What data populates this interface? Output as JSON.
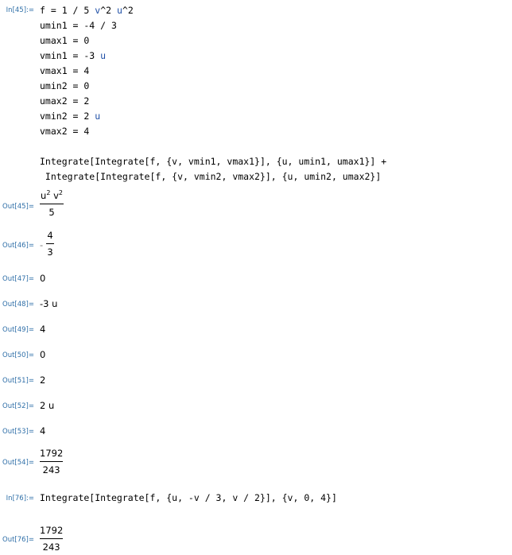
{
  "input45": {
    "label": "In[45]:=",
    "lines": [
      {
        "a": "f = 1 / 5 ",
        "b": "v",
        "c": "^2 ",
        "d": "u",
        "e": "^2"
      },
      {
        "a": "umin1 = -4 / 3"
      },
      {
        "a": "umax1 = 0"
      },
      {
        "a": "vmin1 = -3 ",
        "b": "u"
      },
      {
        "a": "vmax1 = 4"
      },
      {
        "a": "umin2 = 0"
      },
      {
        "a": "umax2 = 2"
      },
      {
        "a": "vmin2 = 2 ",
        "b": "u"
      },
      {
        "a": "vmax2 = 4"
      }
    ],
    "integrate_line1": "Integrate[Integrate[f, {v, vmin1, vmax1}], {u, umin1, umax1}] +",
    "integrate_line2": " Integrate[Integrate[f, {v, vmin2, vmax2}], {u, umin2, umax2}]"
  },
  "outputs": {
    "o45": {
      "label": "Out[45]=",
      "num_u": "u",
      "num_u_exp": "2",
      "num_v": "v",
      "num_v_exp": "2",
      "den": "5"
    },
    "o46": {
      "label": "Out[46]=",
      "sign": "-",
      "num": "4",
      "den": "3"
    },
    "o47": {
      "label": "Out[47]=",
      "value": "0"
    },
    "o48": {
      "label": "Out[48]=",
      "value": "-3 u"
    },
    "o49": {
      "label": "Out[49]=",
      "value": "4"
    },
    "o50": {
      "label": "Out[50]=",
      "value": "0"
    },
    "o51": {
      "label": "Out[51]=",
      "value": "2"
    },
    "o52": {
      "label": "Out[52]=",
      "value": "2 u"
    },
    "o53": {
      "label": "Out[53]=",
      "value": "4"
    },
    "o54": {
      "label": "Out[54]=",
      "num": "1792",
      "den": "243"
    }
  },
  "input76": {
    "label": "In[76]:=",
    "code": "Integrate[Integrate[f, {u, -v / 3, v / 2}], {v, 0, 4}]"
  },
  "output76": {
    "label": "Out[76]=",
    "num": "1792",
    "den": "243"
  }
}
